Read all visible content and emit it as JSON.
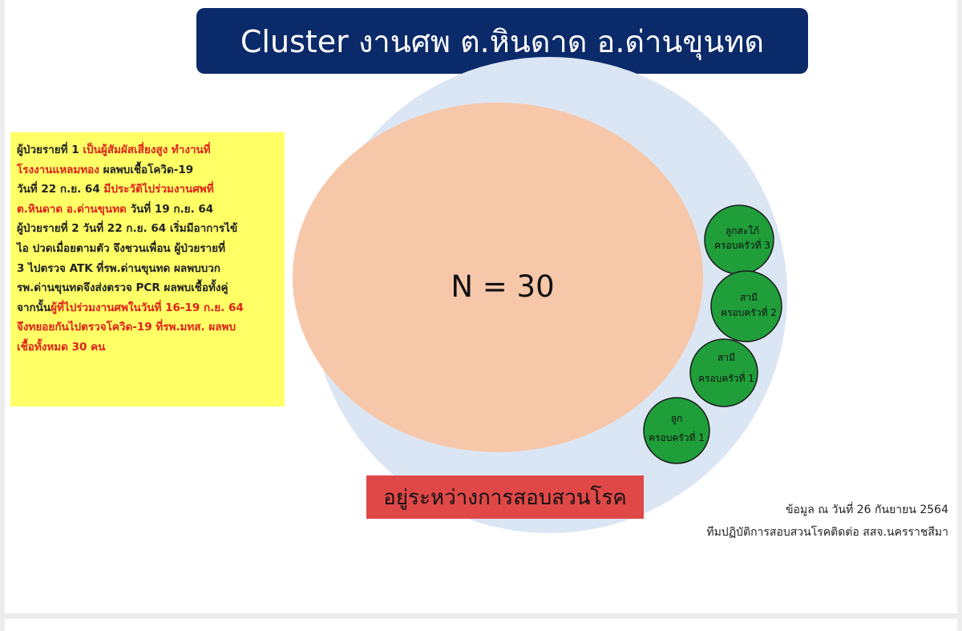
{
  "title": "Cluster งานศพ ต.หินดาด อ.ด่านขุนทด",
  "info": {
    "lines": [
      [
        {
          "text": "ผู้ป่วยรายที่ 1 ",
          "style": "bold"
        },
        {
          "text": "เป็นผู้สัมผัสเสี่ยงสูง ทำงานที่",
          "style": "red"
        }
      ],
      [
        {
          "text": "โรงงานแหลมทอง",
          "style": "red"
        },
        {
          "text": " ผลพบเชื้อโควิด-19",
          "style": "bold"
        }
      ],
      [
        {
          "text": "วันที่ 22 ก.ย. 64 ",
          "style": "bold"
        },
        {
          "text": "มีประวัติไปร่วมงานศพที่",
          "style": "red"
        }
      ],
      [
        {
          "text": "ต.หินดาด อ.ด่านขุนทด",
          "style": "red"
        },
        {
          "text": " วันที่ 19 ก.ย. 64",
          "style": "bold"
        }
      ],
      [
        {
          "text": "ผู้ป่วยรายที่ 2 วันที่ 22 ก.ย. 64 เริ่มมีอาการไข้",
          "style": "bold"
        }
      ],
      [
        {
          "text": "ไอ ปวดเมื่อยตามตัว จึงชวนเพื่อน ผู้ป่วยรายที่",
          "style": "bold"
        }
      ],
      [
        {
          "text": "3 ไปตรวจ ATK ที่รพ.ด่านขุนทด ผลพบบวก",
          "style": "bold"
        }
      ],
      [
        {
          "text": "รพ.ด่านขุนทดจึงส่งตรวจ PCR ผลพบเชื้อทั้งคู่",
          "style": "bold"
        }
      ],
      [
        {
          "text": "จากนั้น",
          "style": "bold"
        },
        {
          "text": "ผู้ที่ไปร่วมงานศพในวันที่ 16-19 ก.ย. 64",
          "style": "red"
        }
      ],
      [
        {
          "text": "จึงทยอยกันไปตรวจโควิด-19 ที่รพ.มทส. ผลพบ",
          "style": "red"
        }
      ],
      [
        {
          "text": "เชื้อทั้งหมด 30 คน",
          "style": "red"
        }
      ]
    ]
  },
  "main_circle_label": "N = 30",
  "small_circles": [
    {
      "line1": "ลูกสะใภ้",
      "line2": "ครอบครัวที่ 3"
    },
    {
      "line1": "สามี",
      "line2": "ครอบครัวที่ 2"
    },
    {
      "line1": "สามี",
      "line2": "ครอบครัวที่ 1"
    },
    {
      "line1": "ลูก",
      "line2": "ครอบครัวที่ 1"
    }
  ],
  "status": "อยู่ระหว่างการสอบสวนโรค",
  "source": {
    "line1": "ข้อมูล ณ วันที่ 26 กันยายน 2564",
    "line2": "ทีมปฏิบัติการสอบสวนโรคติดต่อ สสจ.นครราชสีมา"
  },
  "colors": {
    "title_bg": "#0b2a6a",
    "info_bg": "#ffff66",
    "highlight_text": "#e0201a",
    "outer_circle": "#dbe6f4",
    "main_circle": "#f7c7a9",
    "small_circle": "#1f9e3a",
    "status_bg": "#e04747"
  }
}
